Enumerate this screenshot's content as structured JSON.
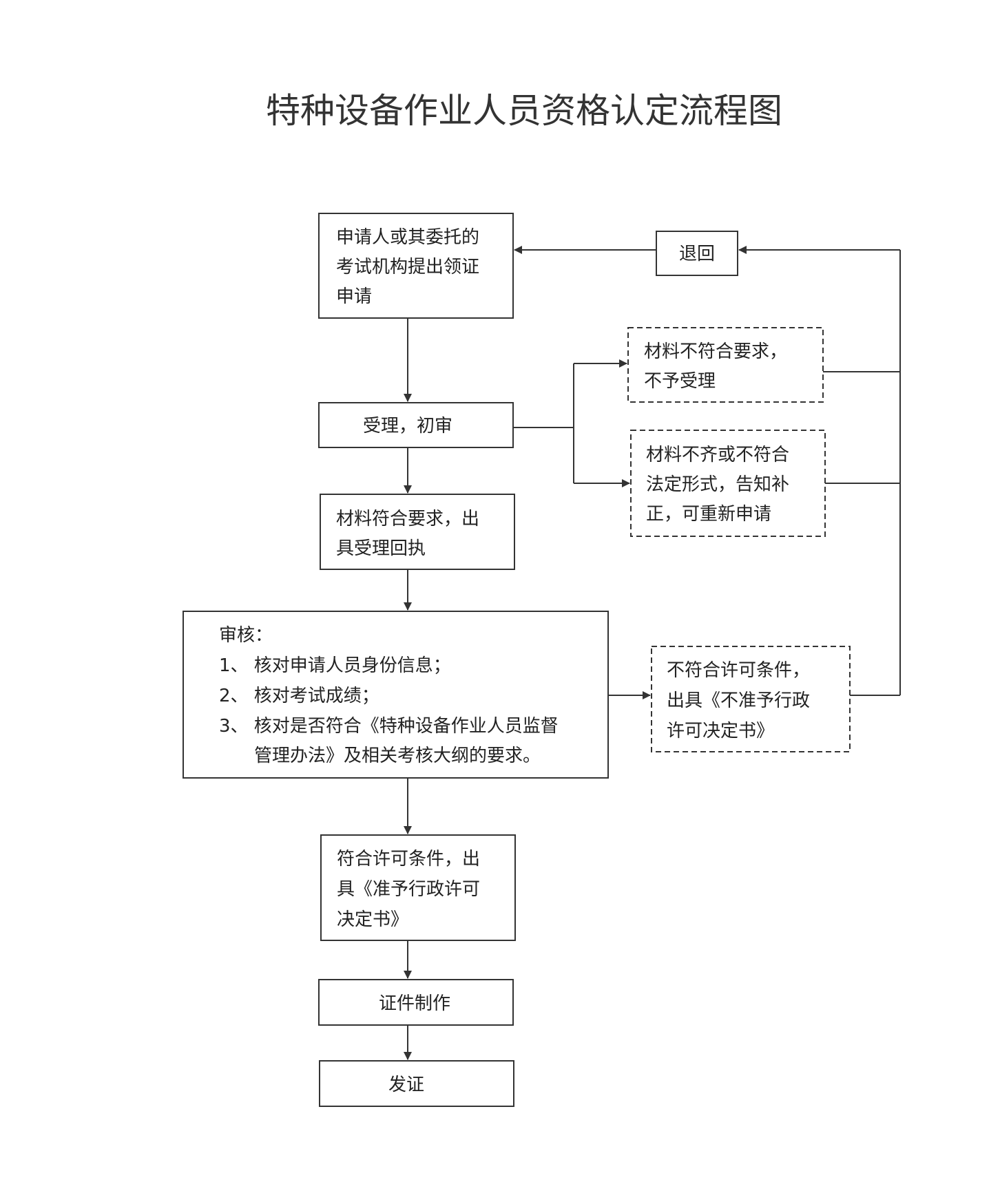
{
  "title": "特种设备作业人员资格认定流程图",
  "nodes": {
    "apply": [
      "申请人或其委托的",
      "考试机构提出领证",
      "申请"
    ],
    "return": [
      "退回"
    ],
    "reject": [
      "材料不符合要求，",
      "不予受理"
    ],
    "supplement": [
      "材料不齐或不符合",
      "法定形式，告知补",
      "正，可重新申请"
    ],
    "accept": [
      "受理，初审"
    ],
    "receipt": [
      "材料符合要求，出",
      "具受理回执"
    ],
    "review": [
      "审核：",
      "1、 核对申请人员身份信息；",
      "2、 核对考试成绩；",
      "3、 核对是否符合《特种设备作业人员监督",
      "管理办法》及相关考核大纲的要求。"
    ],
    "deny": [
      "不符合许可条件，",
      "出具《不准予行政",
      "许可决定书》"
    ],
    "approve": [
      "符合许可条件，出",
      "具《准予行政许可",
      "决定书》"
    ],
    "make": [
      "证件制作"
    ],
    "issue": [
      "发证"
    ]
  }
}
